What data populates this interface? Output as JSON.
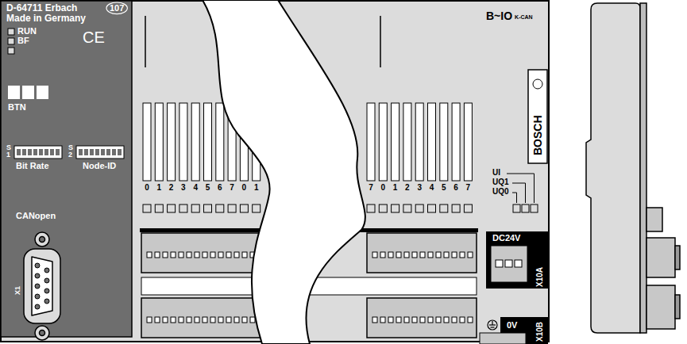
{
  "diagram": {
    "labels": [
      "D-64711 Erbach",
      "107",
      "Made in Germany",
      "RUN",
      "BF",
      "CE",
      "BTN",
      "S1",
      "S2",
      "Bit Rate",
      "Node-ID",
      "CANopen",
      "X1",
      "0",
      "1",
      "2",
      "3",
      "4",
      "5",
      "6",
      "7",
      "0",
      "1",
      "7",
      "0",
      "1",
      "2",
      "3",
      "4",
      "5",
      "6",
      "7",
      "B~IO",
      "K-CAN",
      "BOSCH",
      "UI",
      "UQ1",
      "UQ0",
      "DC24V",
      "X10A",
      "0V",
      "X10B"
    ]
  }
}
